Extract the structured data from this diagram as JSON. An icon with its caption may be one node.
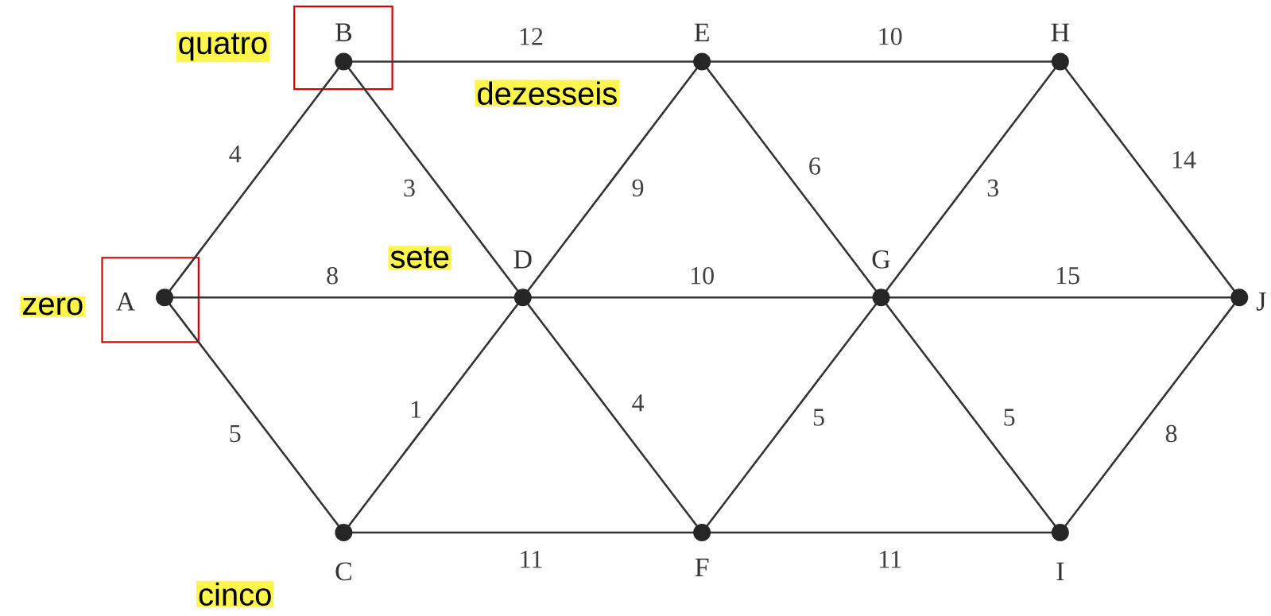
{
  "diagram": {
    "nodes": [
      {
        "text": [
          "A"
        ],
        "beside": [
          "zero"
        ]
      },
      {
        "text": [
          "B"
        ],
        "beside": [
          "quatro"
        ]
      },
      {
        "text": [
          "C"
        ],
        "beside": [
          "cinco"
        ]
      },
      {
        "text": [
          "D"
        ],
        "beside": [
          "sete"
        ]
      },
      {
        "text": [
          "E"
        ],
        "beside": [
          "dezesseis"
        ]
      },
      {
        "text": [
          "F"
        ]
      },
      {
        "text": [
          "G"
        ]
      },
      {
        "text": [
          "H"
        ]
      },
      {
        "text": [
          "I"
        ]
      },
      {
        "text": [
          "J"
        ]
      }
    ],
    "edges": [
      {
        "from": 0,
        "to": 1,
        "arrow": "none",
        "label": "4"
      },
      {
        "from": 0,
        "to": 3,
        "arrow": "none",
        "label": "8"
      },
      {
        "from": 0,
        "to": 2,
        "arrow": "none",
        "label": "5"
      },
      {
        "from": 1,
        "to": 4,
        "arrow": "none",
        "label": "12"
      },
      {
        "from": 1,
        "to": 3,
        "arrow": "none",
        "label": "3"
      },
      {
        "from": 2,
        "to": 3,
        "arrow": "none",
        "label": "1"
      },
      {
        "from": 2,
        "to": 5,
        "arrow": "none",
        "label": "11"
      },
      {
        "from": 3,
        "to": 4,
        "arrow": "none",
        "label": "9"
      },
      {
        "from": 3,
        "to": 6,
        "arrow": "none",
        "label": "10"
      },
      {
        "from": 3,
        "to": 5,
        "arrow": "none",
        "label": "4"
      },
      {
        "from": 4,
        "to": 7,
        "arrow": "none",
        "label": "10"
      },
      {
        "from": 4,
        "to": 6,
        "arrow": "none",
        "label": "6"
      },
      {
        "from": 5,
        "to": 6,
        "arrow": "none",
        "label": "5"
      },
      {
        "from": 5,
        "to": 8,
        "arrow": "none",
        "label": "11"
      },
      {
        "from": 6,
        "to": 7,
        "arrow": "none",
        "label": "3"
      },
      {
        "from": 6,
        "to": 9,
        "arrow": "none",
        "label": "15"
      },
      {
        "from": 6,
        "to": 8,
        "arrow": "none",
        "label": "5"
      },
      {
        "from": 7,
        "to": 9,
        "arrow": "none",
        "label": "14"
      },
      {
        "from": 8,
        "to": 9,
        "arrow": "none",
        "label": "8"
      }
    ]
  }
}
